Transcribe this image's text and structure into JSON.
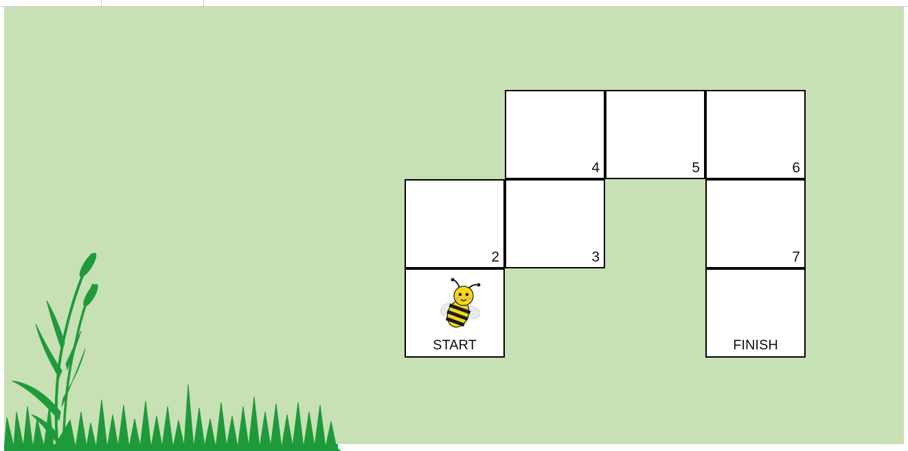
{
  "board": {
    "start_label": "START",
    "finish_label": "FINISH",
    "cell_numbers": {
      "c2": "2",
      "c3": "3",
      "c4": "4",
      "c5": "5",
      "c6": "6",
      "c7": "7"
    }
  },
  "colors": {
    "background": "#c7e0b4",
    "cell": "#ffffff",
    "border": "#000000",
    "grass": "#1e9a3a",
    "bee_yellow": "#f5d616"
  },
  "icons": {
    "player": "bee-icon",
    "decoration": "grass-icon"
  }
}
